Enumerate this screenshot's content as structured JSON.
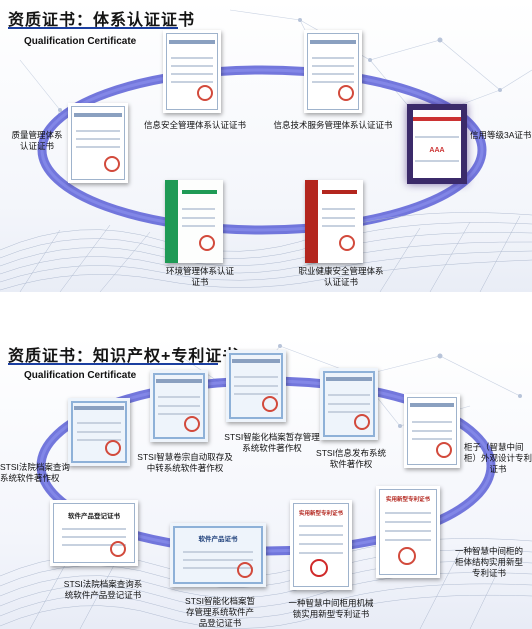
{
  "panel1": {
    "title": "资质证书：体系认证证书",
    "subtitle": "Qualification Certificate",
    "labels": {
      "quality_line1": "质量管理体系",
      "quality_line2": "认证证书",
      "infosec": "信息安全管理体系认证证书",
      "itservice": "信息技术服务管理体系认证证书",
      "credit": "信用等级3A证书",
      "env_line1": "环境管理体系认证",
      "env_line2": "证书",
      "ohs_line1": "职业健康安全管理体系",
      "ohs_line2": "认证证书"
    },
    "cert_text": {
      "credit_plate": "AAA"
    }
  },
  "panel2": {
    "title": "资质证书：知识产权+专利证书",
    "subtitle": "Qualification Certificate",
    "labels": {
      "court_query_line1": "STSI法院档案查询",
      "court_query_line2": "系统软件著作权",
      "vol_transfer_line1": "STSI智慧卷宗自动取存及",
      "vol_transfer_line2": "中转系统软件著作权",
      "smart_storage_line1": "STSI智能化档案暂存管理",
      "smart_storage_line2": "系统软件著作权",
      "info_release_line1": "STSI信息发布系统",
      "info_release_line2": "软件著作权",
      "cabinet_line1": "柜子（智慧中间",
      "cabinet_line2": "柜）外观设计专利",
      "cabinet_line3": "证书",
      "court_product_line1": "STSI法院档案查询系",
      "court_product_line2": "统软件产品登记证书",
      "smart_product_line1": "STSI智能化档案暂",
      "smart_product_line2": "存管理系统软件产",
      "smart_product_line3": "品登记证书",
      "mech_line1": "一种智慧中间柜用机械",
      "mech_line2": "锁实用新型专利证书",
      "structure_line1": "一种智慧中间柜的",
      "structure_line2": "柜体结构实用新型",
      "structure_line3": "专利证书"
    },
    "cert_text": {
      "product_reg": "软件产品登记证书",
      "product_reg2": "软件产品证书",
      "patent1": "实用新型专利证书",
      "patent2": "实用新型专利证书"
    }
  }
}
